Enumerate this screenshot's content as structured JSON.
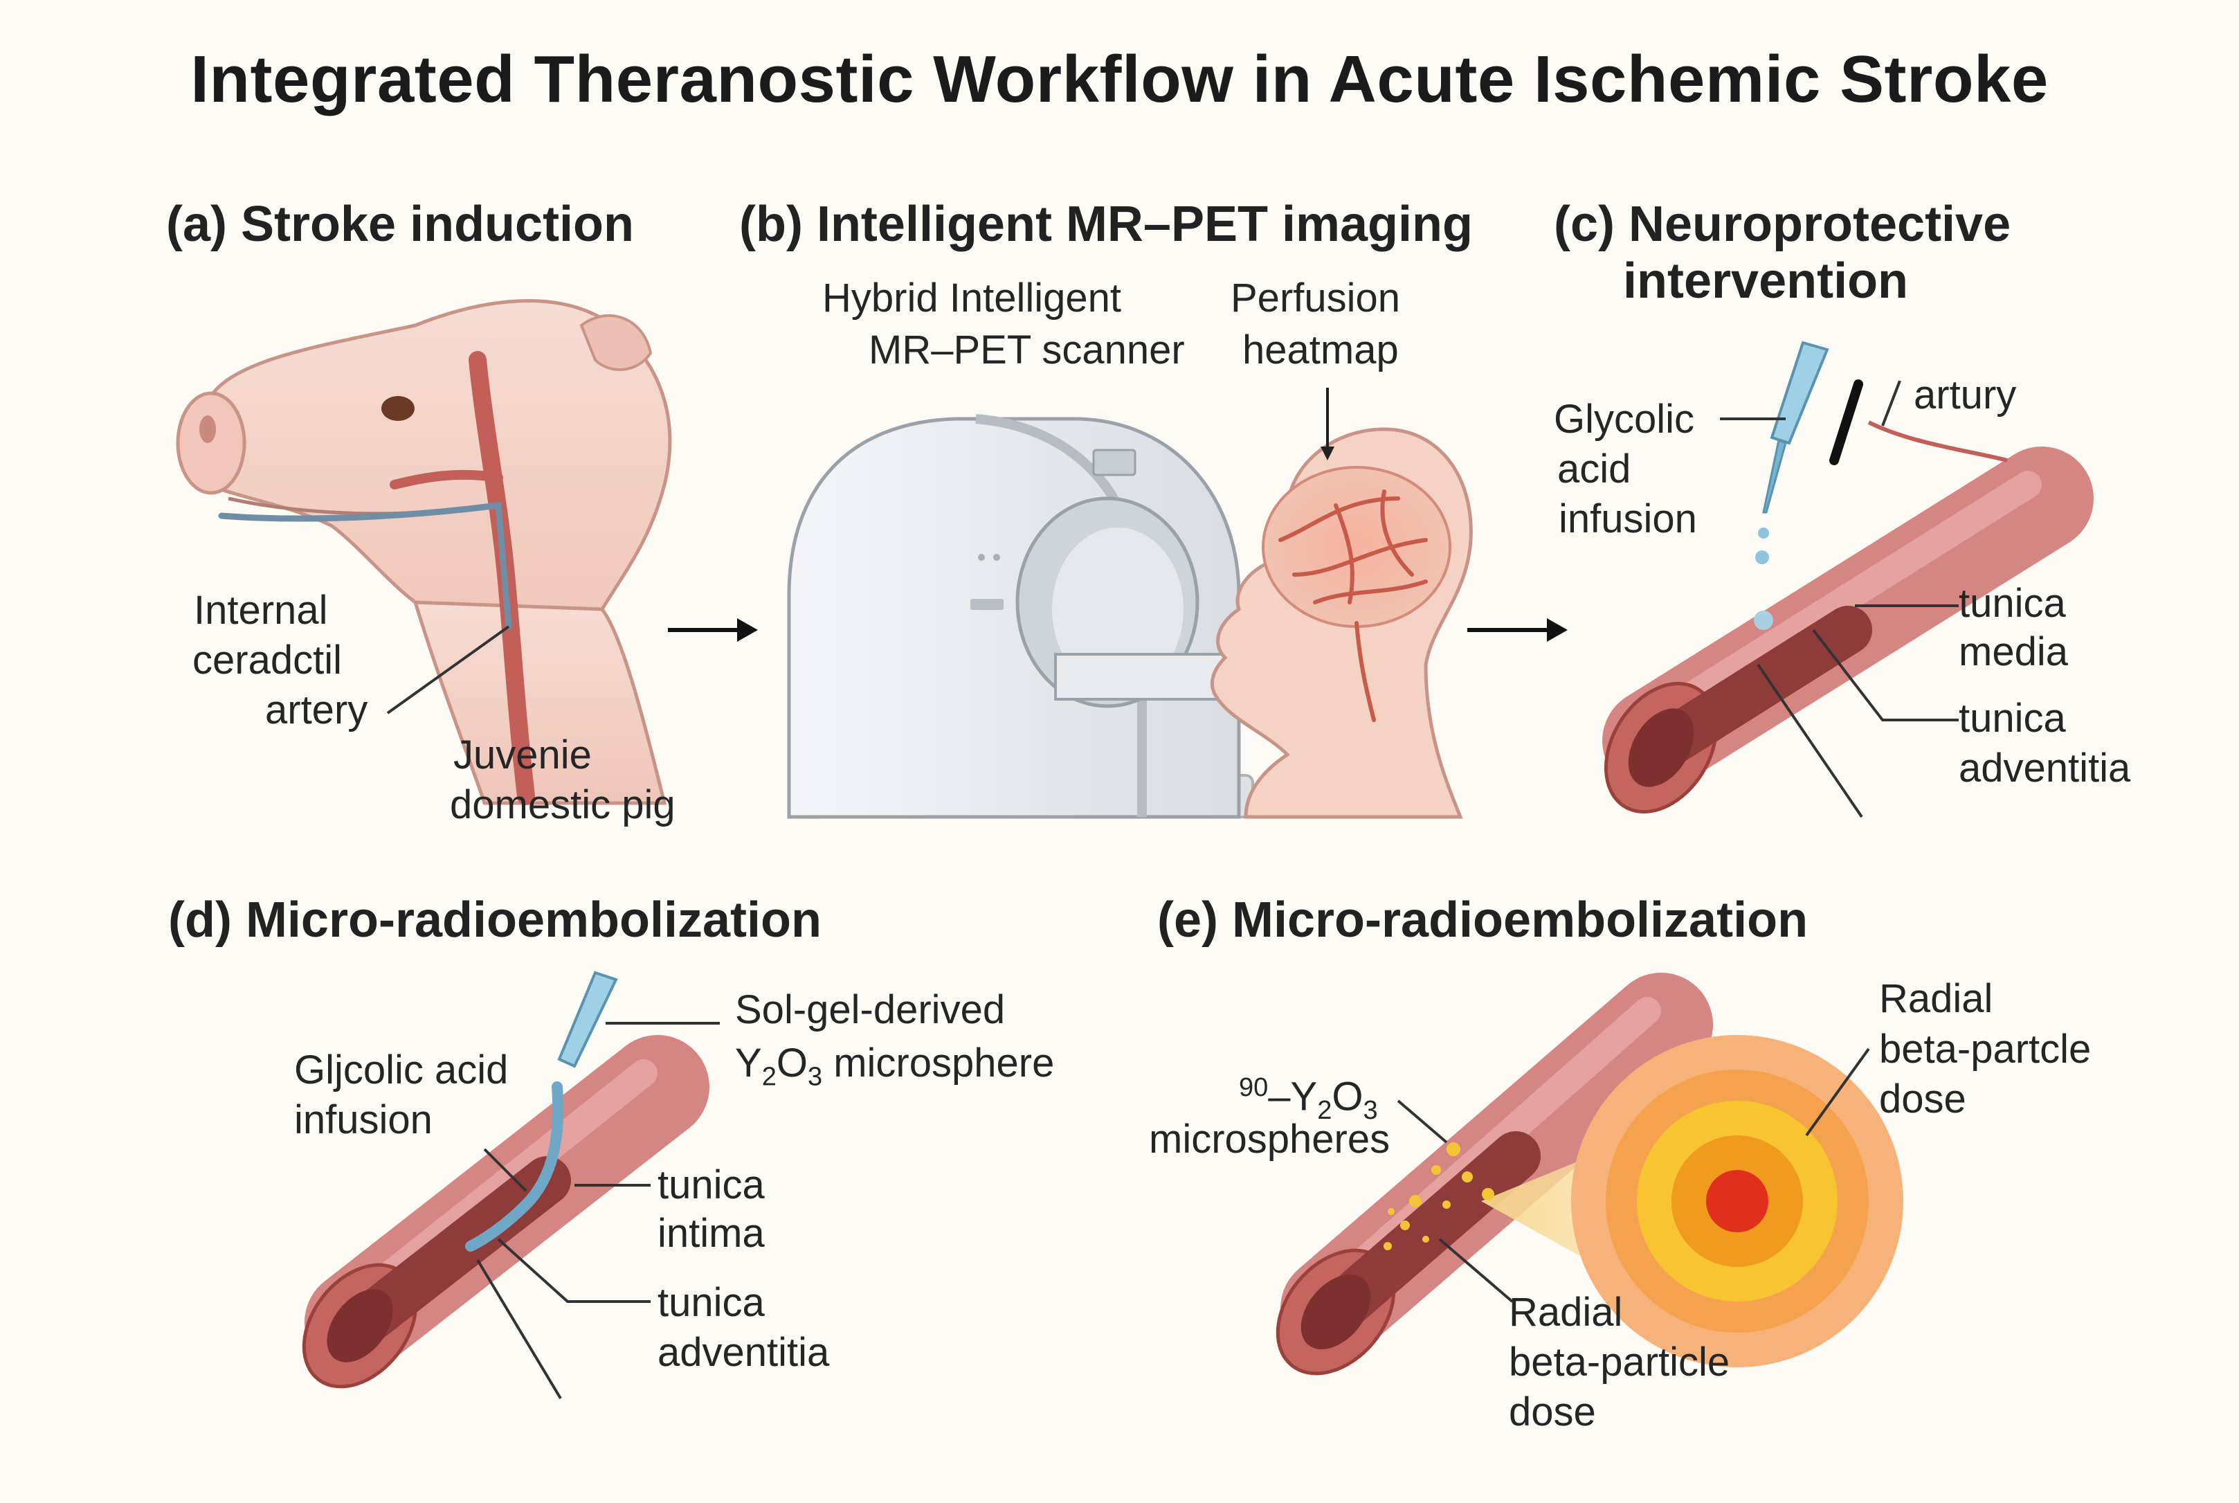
{
  "title": "Integrated Theranostic Workflow in Acute Ischemic Stroke",
  "colors": {
    "background": "#fdfbf6",
    "pig_skin": "#f3d2c6",
    "vessel_outer": "#d97f7f",
    "vessel_lumen": "#8e3c3c",
    "scanner": "#eceef0",
    "catheter": "#8fc4de",
    "dose_core": "#e0301c",
    "dose_mid": "#f2a300",
    "dose_outer": "#f7b27a"
  },
  "panels": {
    "a": {
      "title": "(a) Stroke induction",
      "labels": {
        "artery_l1": "Internal",
        "artery_l2": "ceradctil",
        "artery_l3": "artery",
        "pig_l1": "Juvenie",
        "pig_l2": "domestic pig"
      }
    },
    "b": {
      "title": "(b) Intelligent MR–PET imaging",
      "labels": {
        "scanner_l1": "Hybrid Intelligent",
        "scanner_l2": "MR–PET scanner",
        "heatmap_l1": "Perfusion",
        "heatmap_l2": "heatmap"
      }
    },
    "c": {
      "title_l1": "(c) Neuroprotective",
      "title_l2": "intervention",
      "labels": {
        "glycolic_l1": "Glycolic",
        "glycolic_l2": "acid",
        "glycolic_l3": "infusion",
        "artury": "artury",
        "media_l1": "tunica",
        "media_l2": "media",
        "adventitia_l1": "tunica",
        "adventitia_l2": "adventitia"
      }
    },
    "d": {
      "title": "(d) Micro-radioembolization",
      "labels": {
        "gljcolic_l1": "Gljcolic acid",
        "gljcolic_l2": "infusion",
        "solgel_l1": "Sol-gel-derived",
        "solgel_y": "Y",
        "solgel_sub2": "2",
        "solgel_o": "O",
        "solgel_sub3": "3",
        "solgel_tail": "microsphere",
        "intima_l1": "tunica",
        "intima_l2": "intima",
        "adventitia_l1": "tunica",
        "adventitia_l2": "adventitia"
      }
    },
    "e": {
      "title": "(e) Micro-radioembolization",
      "labels": {
        "micro_sup": "90",
        "micro_main": "–Y",
        "micro_sub2": "2",
        "micro_o": "O",
        "micro_sub3": "3",
        "micro_l2": "microspheres",
        "dose_r_l1": "Radial",
        "dose_r_l2": "beta-partcle",
        "dose_r_l3": "dose",
        "dose_b_l1": "Radial",
        "dose_b_l2": "beta-particle",
        "dose_b_l3": "dose"
      }
    }
  }
}
